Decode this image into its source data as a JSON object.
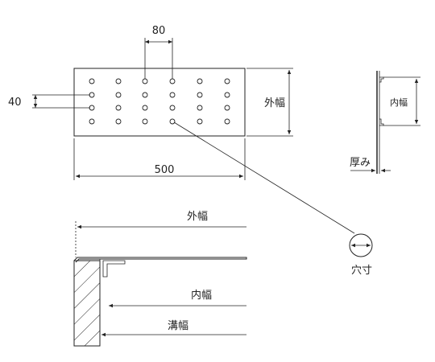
{
  "plate": {
    "dimension_hole_pitch_x": "80",
    "dimension_hole_pitch_y": "40",
    "dimension_length": "500",
    "label_outer_width": "外幅"
  },
  "side_view": {
    "label_inner_width": "内幅",
    "label_thickness": "厚み"
  },
  "hole_detail": {
    "label_hole_size": "穴寸"
  },
  "section_view": {
    "label_outer_width": "外幅",
    "label_inner_width": "内幅",
    "label_groove_width": "溝幅"
  }
}
